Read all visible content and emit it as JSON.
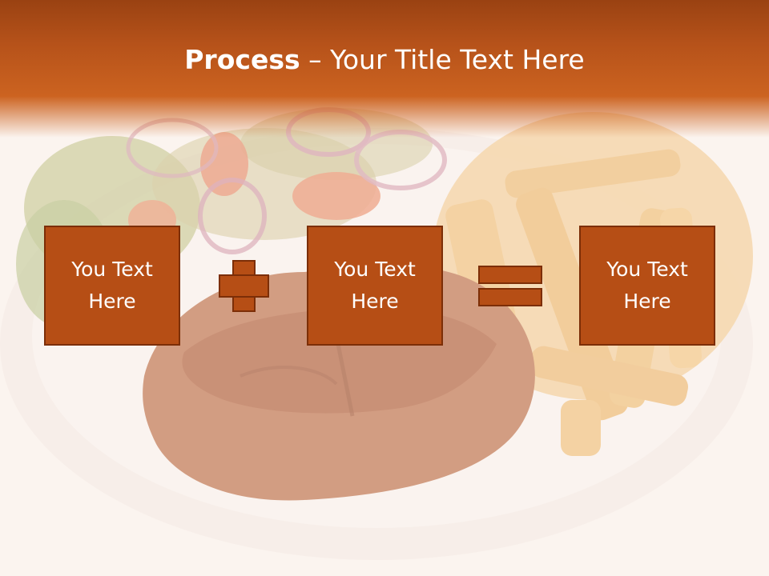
{
  "slide": {
    "title_bold": "Process",
    "title_rest": " – Your Title Text Here",
    "boxes": [
      {
        "line1": "You Text",
        "line2": "Here"
      },
      {
        "line1": "You Text",
        "line2": "Here"
      },
      {
        "line1": "You Text",
        "line2": "Here"
      }
    ],
    "operators": [
      "plus-icon",
      "equals-icon"
    ]
  },
  "colors": {
    "accent": "#b64e15",
    "accent_border": "#7c2e07",
    "header_dark": "#9a4212",
    "text": "#ffffff"
  }
}
